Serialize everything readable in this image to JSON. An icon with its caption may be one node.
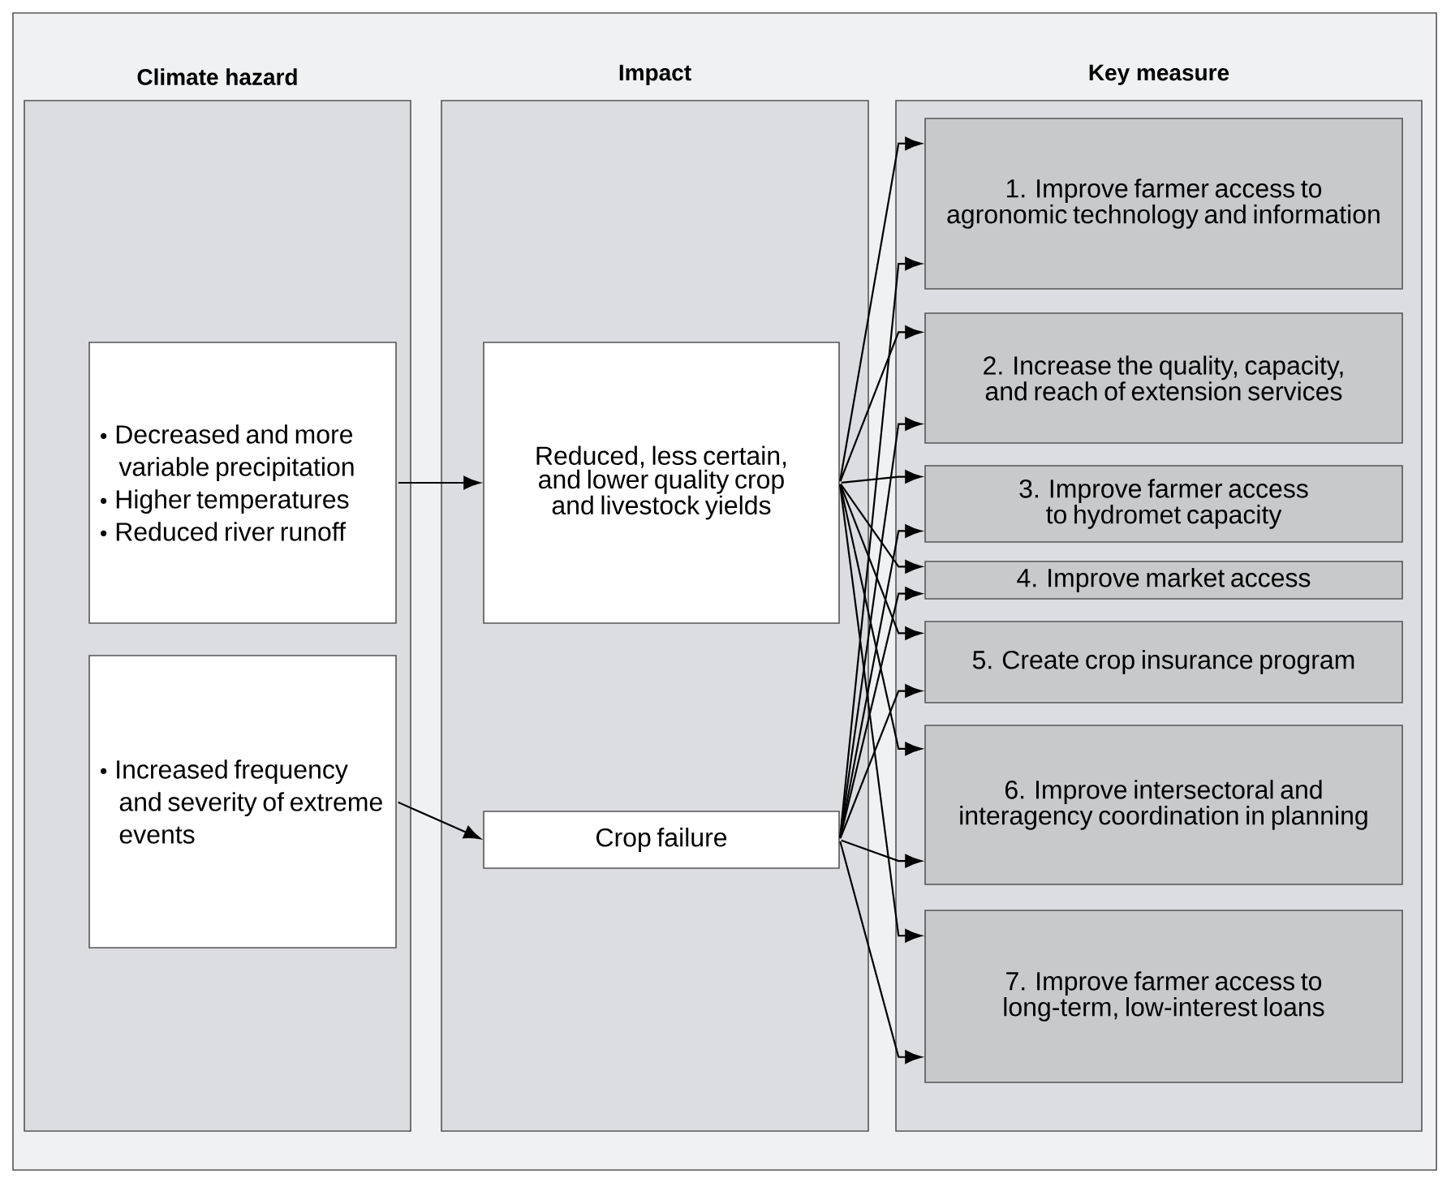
{
  "diagram": {
    "nodes": [
      {
        "text": [
          "Climate hazard"
        ]
      },
      {
        "text": [
          "Decreased and more variable precipitation",
          "Higher temperatures",
          "Reduced river runoff"
        ],
        "in": 0
      },
      {
        "text": [
          "Increased frequency and severity of extreme events"
        ],
        "in": 0
      },
      {
        "text": [
          "Impact"
        ]
      },
      {
        "text": [
          "Reduced, less certain, and lower quality crop and livestock yields"
        ],
        "in": 3
      },
      {
        "text": [
          "Crop failure"
        ],
        "in": 3
      },
      {
        "text": [
          "Key measure"
        ]
      },
      {
        "text": [
          "1. Improve farmer access to agronomic technology and information"
        ],
        "in": 6
      },
      {
        "text": [
          "2. Increase the quality, capacity, and reach of extension services"
        ],
        "in": 6
      },
      {
        "text": [
          "3. Improve farmer access to hydromet capacity"
        ],
        "in": 6
      },
      {
        "text": [
          "4. Improve market access"
        ],
        "in": 6
      },
      {
        "text": [
          "5. Create crop insurance program"
        ],
        "in": 6
      },
      {
        "text": [
          "6. Improve intersectoral and interagency coordination in planning"
        ],
        "in": 6
      },
      {
        "text": [
          "7.  Improve farmer access to long-term, low-interest loans"
        ],
        "in": 6
      }
    ],
    "edges": [
      {
        "from": 1,
        "to": 4,
        "arrow": "to"
      },
      {
        "from": 2,
        "to": 5,
        "arrow": "to"
      },
      {
        "from": 4,
        "to": 7,
        "arrow": "to"
      },
      {
        "from": 4,
        "to": 8,
        "arrow": "to"
      },
      {
        "from": 4,
        "to": 9,
        "arrow": "to"
      },
      {
        "from": 4,
        "to": 10,
        "arrow": "to"
      },
      {
        "from": 4,
        "to": 11,
        "arrow": "to"
      },
      {
        "from": 4,
        "to": 12,
        "arrow": "to"
      },
      {
        "from": 4,
        "to": 13,
        "arrow": "to"
      },
      {
        "from": 5,
        "to": 7,
        "arrow": "to"
      },
      {
        "from": 5,
        "to": 8,
        "arrow": "to"
      },
      {
        "from": 5,
        "to": 9,
        "arrow": "to"
      },
      {
        "from": 5,
        "to": 10,
        "arrow": "to"
      },
      {
        "from": 5,
        "to": 11,
        "arrow": "to"
      },
      {
        "from": 5,
        "to": 12,
        "arrow": "to"
      },
      {
        "from": 5,
        "to": 13,
        "arrow": "to"
      }
    ]
  }
}
